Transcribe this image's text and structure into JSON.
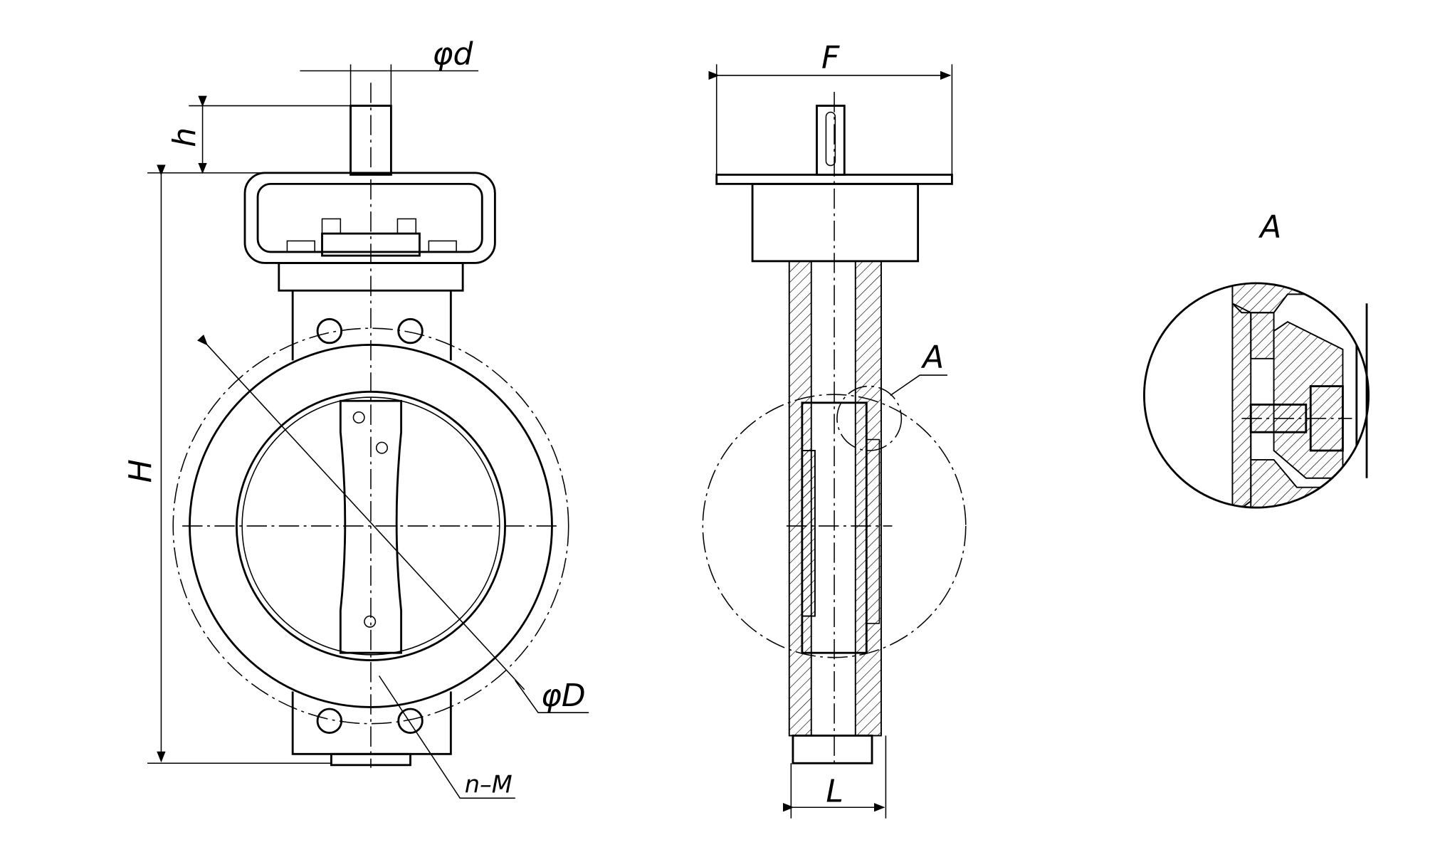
{
  "drawing": {
    "front_view": {
      "dim_stem_diameter": "φd",
      "dim_stem_height": "h",
      "dim_overall_height": "H",
      "dim_bolt_circle_diameter": "φD",
      "dim_bolt_holes": "n–M"
    },
    "side_view": {
      "dim_flange_width": "F",
      "dim_body_length": "L",
      "detail_callout": "A"
    },
    "detail_view": {
      "title": "A"
    }
  }
}
